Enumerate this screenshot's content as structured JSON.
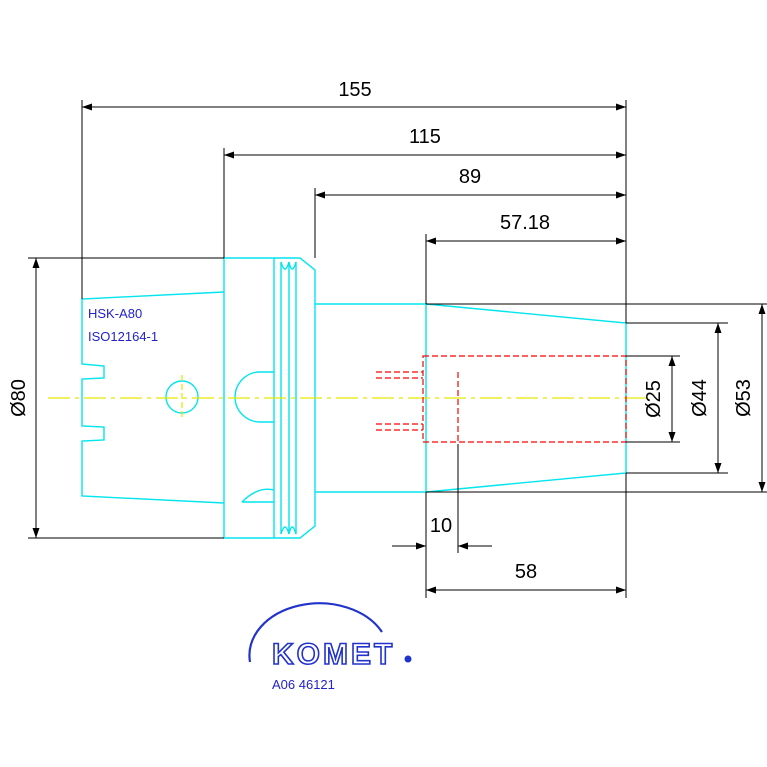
{
  "drawing": {
    "dims": {
      "overall": "155",
      "flange": "115",
      "collar": "89",
      "shank": "57.18",
      "bore_offset": "10",
      "bore_length": "58",
      "dia_flange": "Ø80",
      "dia_bore": "Ø25",
      "dia_tip": "Ø44",
      "dia_base": "Ø53"
    },
    "labels": {
      "standard": "HSK-A80",
      "norm": "ISO12164-1"
    },
    "brand": {
      "logo": "KOMET",
      "part_number": "A06 46121"
    },
    "colors": {
      "outline": "#00e5ee",
      "centerline": "#e6e600",
      "hidden": "#ff0000",
      "dimension": "#000000",
      "brand": "#2233cc"
    }
  }
}
